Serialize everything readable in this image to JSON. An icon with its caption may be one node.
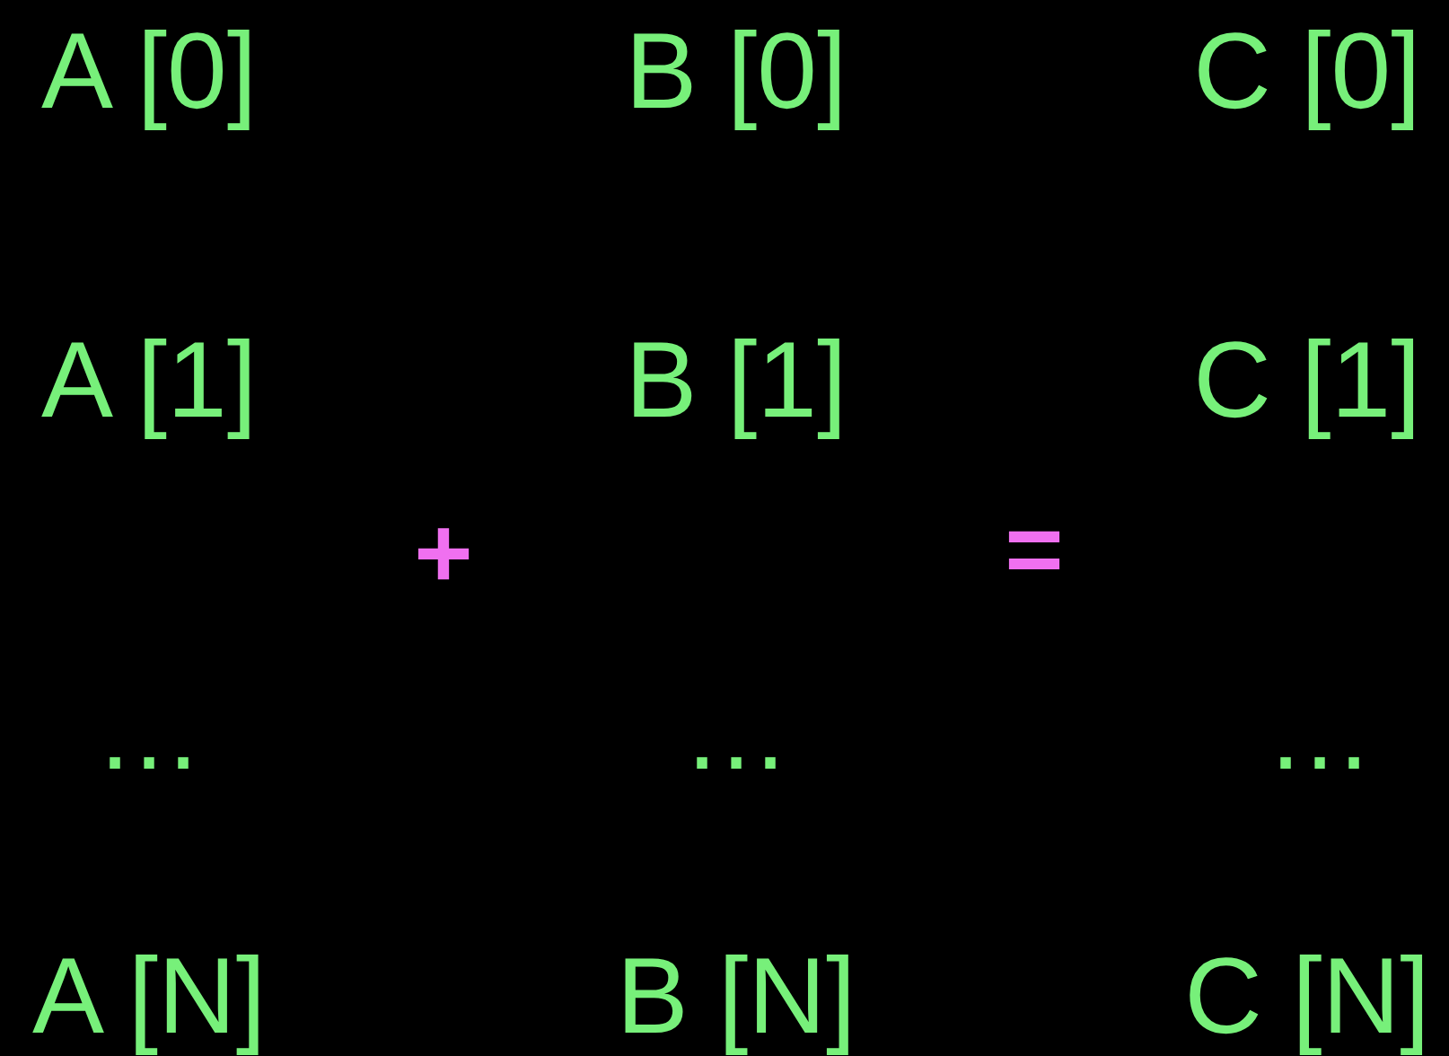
{
  "diagram": {
    "labels": [
      "A [0]",
      "B [0]",
      "C [0]",
      "A [1]",
      "B [1]",
      "C [1]",
      "+",
      "=",
      "…",
      "…",
      "…",
      "A [N]",
      "B [N]",
      "C [N]"
    ]
  }
}
